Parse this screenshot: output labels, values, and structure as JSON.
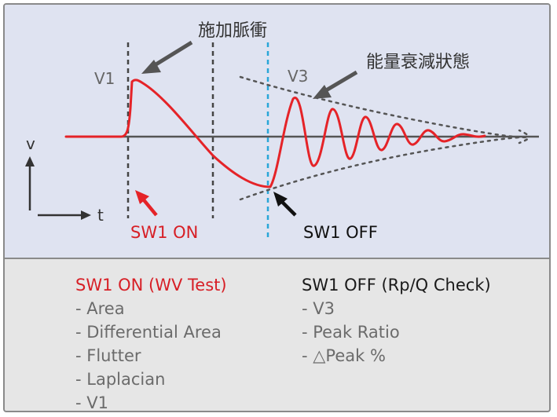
{
  "diagram": {
    "annotation_pulse": "施加脈衝",
    "annotation_decay": "能量衰減狀態",
    "label_v1": "V1",
    "label_v3": "V3",
    "axis_v": "v",
    "axis_t": "t",
    "label_sw1_on": "SW1 ON",
    "label_sw1_off": "SW1 OFF"
  },
  "lists": {
    "left": {
      "title": "SW1 ON (WV Test)",
      "items": [
        "- Area",
        "- Differential Area",
        "- Flutter",
        "- Laplacian",
        "- V1"
      ]
    },
    "right": {
      "title": "SW1 OFF (Rp/Q Check)",
      "items": [
        "- V3",
        "- Peak Ratio",
        "- △Peak %"
      ]
    }
  },
  "colors": {
    "waveform": "#e52328",
    "on_label": "#d71f26",
    "off_marker": "#29a6d8",
    "text_dark": "#1a1a1a",
    "list_gray": "#6b6b6b",
    "diagram_bg": "#dfe3f1",
    "list_bg": "#e6e6e6"
  }
}
